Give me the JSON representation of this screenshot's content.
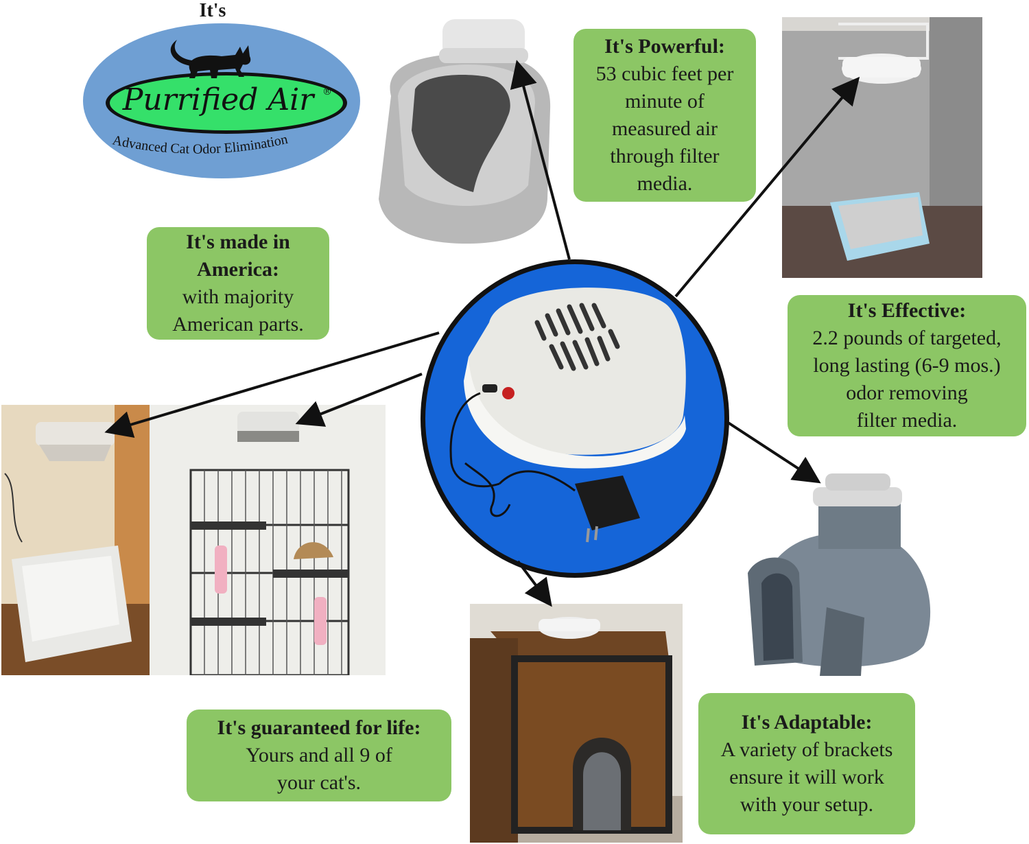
{
  "logo": {
    "prefix": "It's",
    "brand": "Purrified Air",
    "registered": "®",
    "tagline": "Advanced Cat Odor Elimination",
    "colors": {
      "outer": "#6f9fd3",
      "inner": "#35e06a",
      "text": "#1a1a1a"
    }
  },
  "callouts": {
    "powerful": {
      "heading": "It's Powerful:",
      "lines": [
        "53 cubic feet per",
        "minute of",
        "measured air",
        "through filter",
        "media."
      ]
    },
    "made_in_america": {
      "heading_lines": [
        "It's made in",
        "America:"
      ],
      "lines": [
        "with majority",
        "American parts."
      ]
    },
    "effective": {
      "heading": "It's Effective:",
      "lines": [
        "2.2 pounds of targeted,",
        "long lasting (6-9 mos.)",
        "odor removing",
        "filter media."
      ]
    },
    "guaranteed": {
      "heading": "It's guaranteed for life:",
      "lines": [
        "Yours and all 9 of",
        "your cat's."
      ]
    },
    "adaptable": {
      "heading": "It's Adaptable:",
      "lines": [
        "A variety of brackets",
        "ensure it will work",
        "with your setup."
      ]
    }
  },
  "icons": {
    "center": "air-purifier-unit-icon",
    "arrow": "arrow-icon"
  },
  "colors": {
    "callout_green": "#8cc665",
    "center_blue": "#1565d8",
    "arrow": "#111111"
  }
}
